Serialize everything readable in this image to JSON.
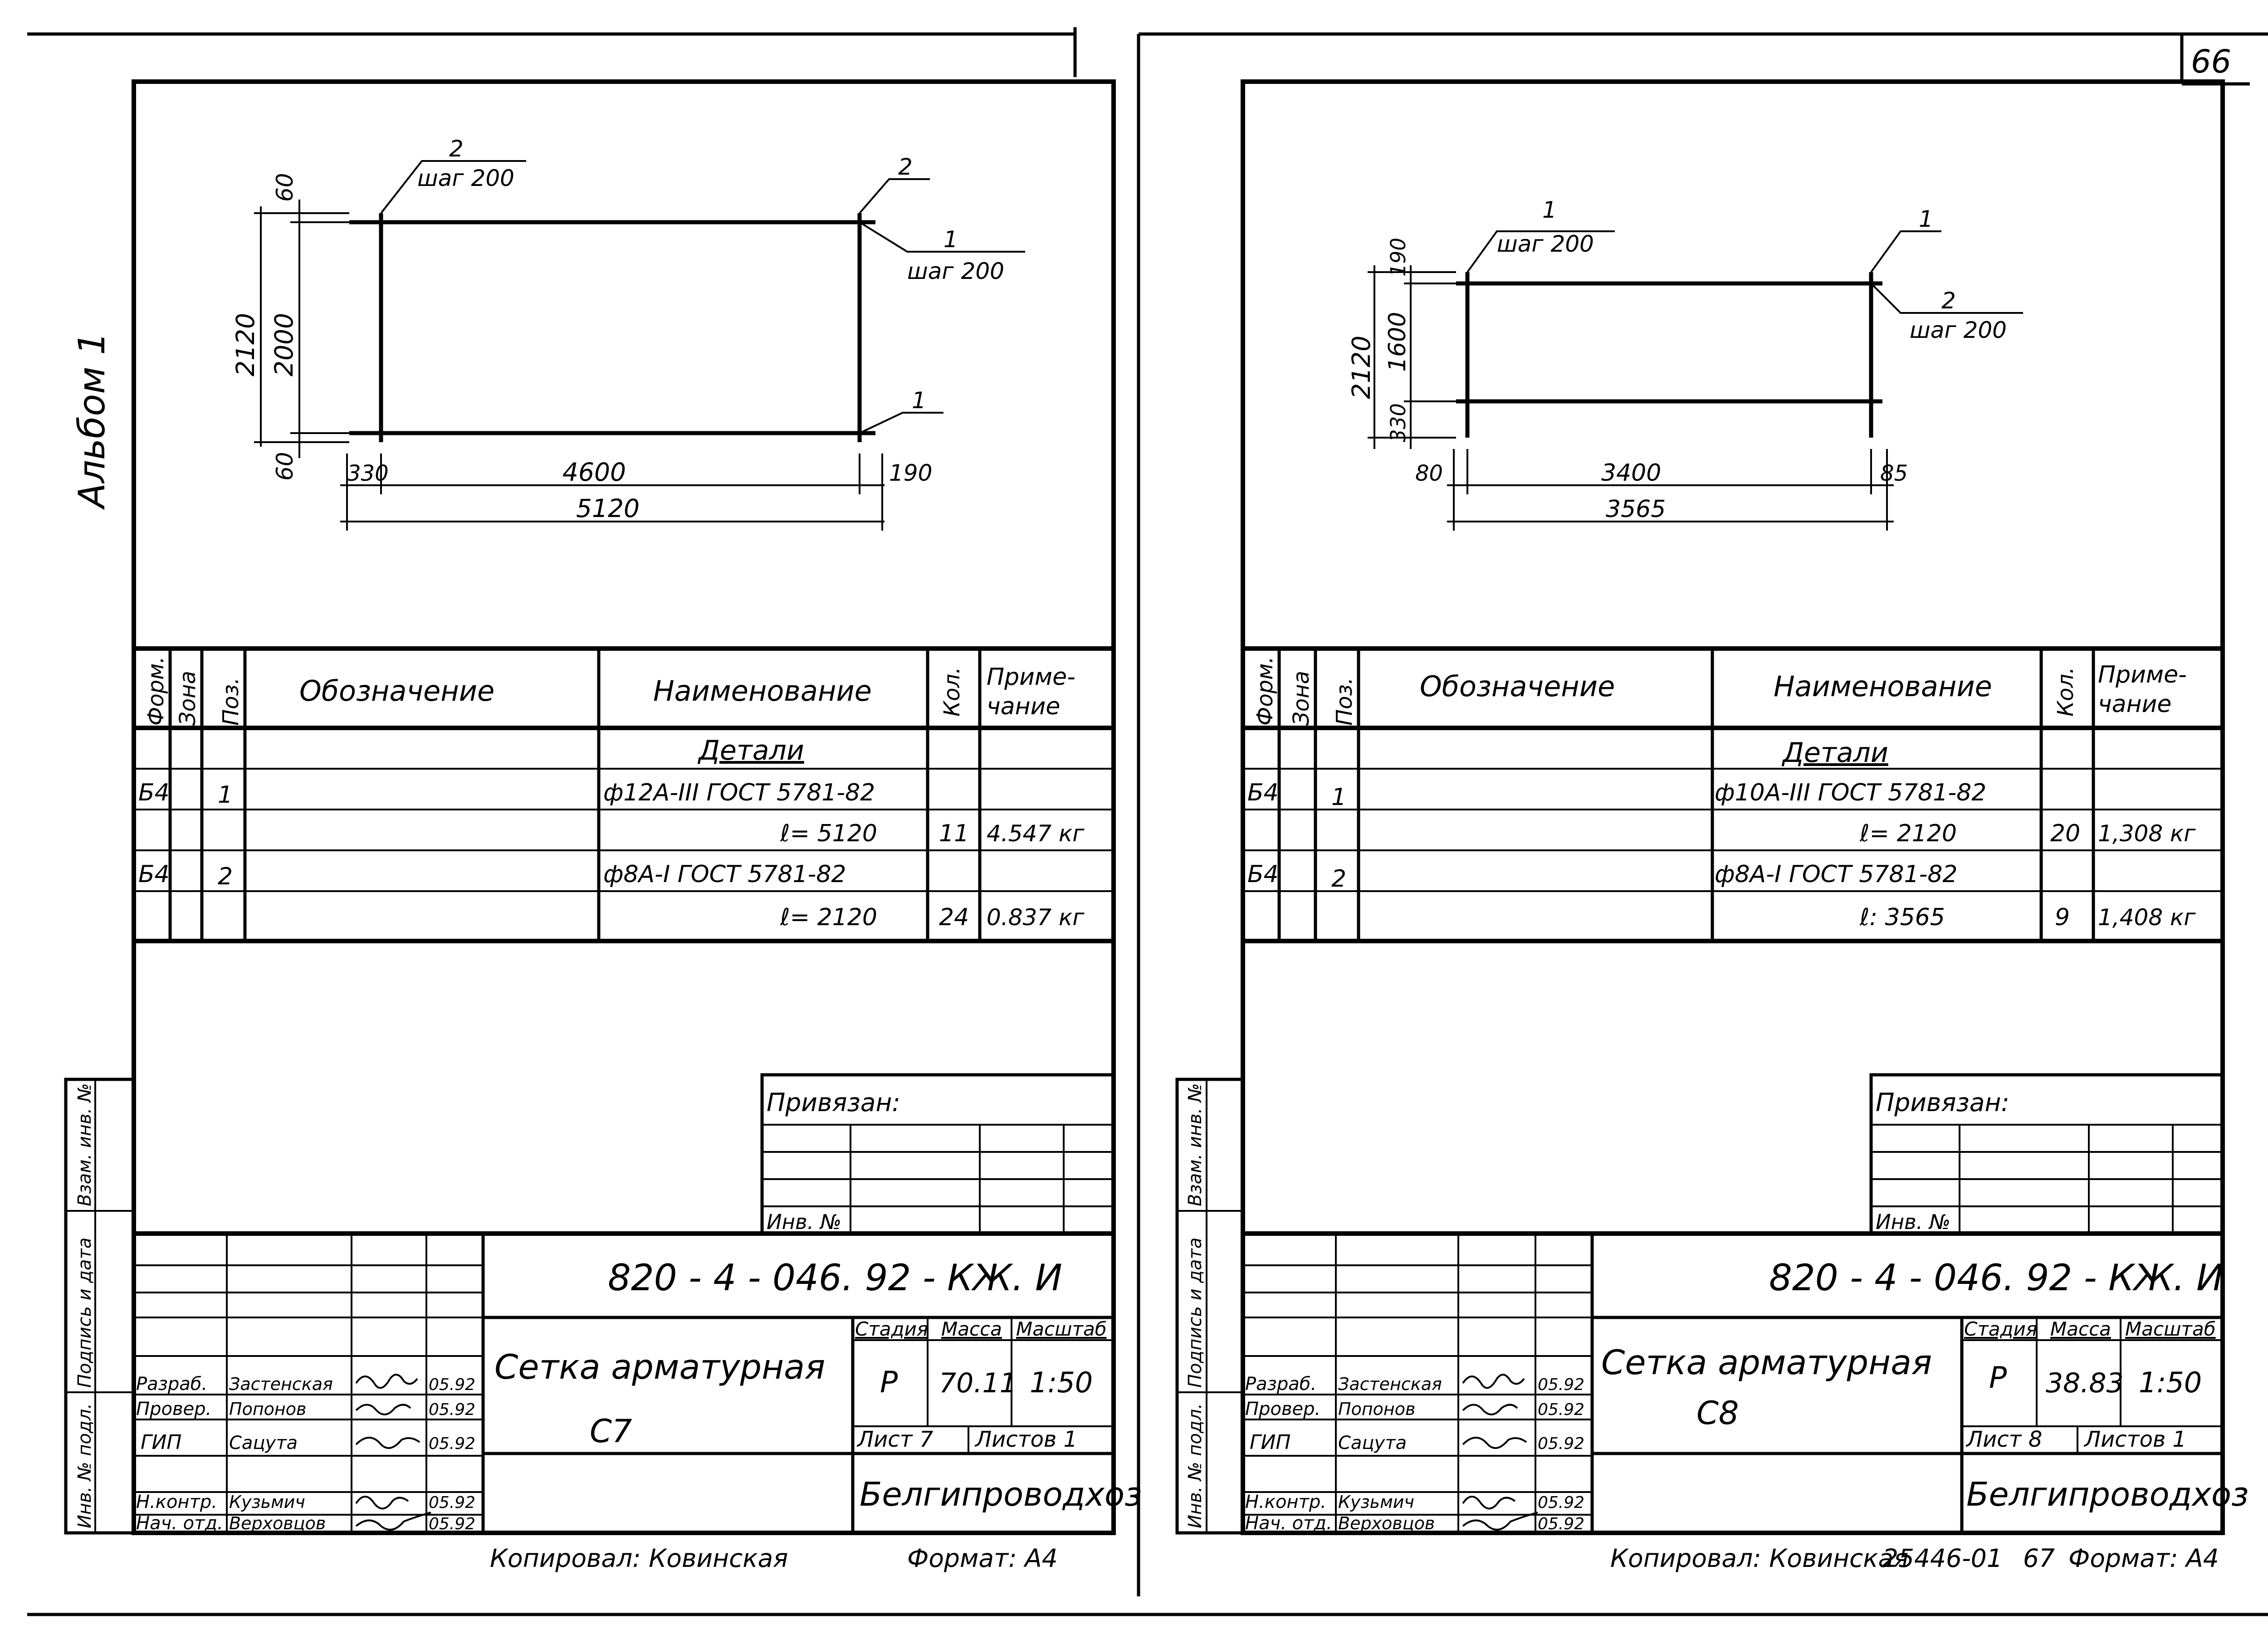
{
  "page_number": "66",
  "album_label": "Альбом 1",
  "side_stamp_labels": [
    "Взам. инв. №",
    "Подпись и дата",
    "Инв. № подл."
  ],
  "table_headers": {
    "format": "Форм.",
    "zone": "Зона",
    "pos": "Поз.",
    "designation": "Обозначение",
    "name": "Наименование",
    "qty": "Кол.",
    "note": "Приме-\nчание"
  },
  "sheets": [
    {
      "id": "c7",
      "dims": {
        "total_height": "2120",
        "inner_height": "2000",
        "top_offset": "60",
        "bottom_offset": "60",
        "left_offset": "330",
        "inner_width": "4600",
        "right_offset": "190",
        "total_width": "5120"
      },
      "callouts": {
        "top_left_pos": "2",
        "top_left_step": "шаг 200",
        "top_right_pos": "2",
        "right_pos": "1",
        "right_step": "шаг 200",
        "bottom_right_pos": "1"
      },
      "spec": {
        "section": "Детали",
        "rows": [
          {
            "format": "Б4",
            "zone": "",
            "pos": "1",
            "designation": "",
            "name": "ф12А-III ГОСТ 5781-82",
            "qty": "",
            "note": ""
          },
          {
            "format": "",
            "zone": "",
            "pos": "",
            "designation": "",
            "name": "ℓ= 5120",
            "qty": "11",
            "note": "4.547 кг"
          },
          {
            "format": "Б4",
            "zone": "",
            "pos": "2",
            "designation": "",
            "name": "ф8А-I ГОСТ 5781-82",
            "qty": "",
            "note": ""
          },
          {
            "format": "",
            "zone": "",
            "pos": "",
            "designation": "",
            "name": "ℓ= 2120",
            "qty": "24",
            "note": "0.837 кг"
          }
        ]
      },
      "privyazan": "Привязан:",
      "inv_no": "Инв. №",
      "doc_code": "820 - 4 - 046. 92 - КЖ. И",
      "title": "Сетка арматурная",
      "mark": "С7",
      "stage_label": "Стадия",
      "mass_label": "Масса",
      "scale_label": "Масштаб",
      "stage": "Р",
      "mass": "70.11",
      "scale": "1:50",
      "sheet_label": "Лист 7",
      "sheets_label": "Листов 1",
      "org": "Белгипроводхоз",
      "signatures": [
        {
          "role": "Разраб.",
          "name": "Застенская",
          "date": "05.92"
        },
        {
          "role": "Провер.",
          "name": "Попонов",
          "date": "05.92"
        },
        {
          "role": "ГИП",
          "name": "Сацута",
          "date": "05.92"
        },
        {
          "role": "Н.контр.",
          "name": "Кузьмич",
          "date": "05.92"
        },
        {
          "role": "Нач. отд.",
          "name": "Верховцов",
          "date": "05.92"
        }
      ],
      "copied": "Копировал: Ковинская",
      "format": "Формат: А4"
    },
    {
      "id": "c8",
      "dims": {
        "total_height": "2120",
        "inner_height": "1600",
        "top_offset": "190",
        "bottom_offset": "330",
        "left_offset": "80",
        "inner_width": "3400",
        "right_offset": "85",
        "total_width": "3565"
      },
      "callouts": {
        "top_left_pos": "1",
        "top_left_step": "шаг 200",
        "top_right_pos": "1",
        "right_pos": "2",
        "right_step": "шаг 200"
      },
      "spec": {
        "section": "Детали",
        "rows": [
          {
            "format": "Б4",
            "zone": "",
            "pos": "1",
            "designation": "",
            "name": "ф10А-III ГОСТ 5781-82",
            "qty": "",
            "note": ""
          },
          {
            "format": "",
            "zone": "",
            "pos": "",
            "designation": "",
            "name": "ℓ= 2120",
            "qty": "20",
            "note": "1,308 кг"
          },
          {
            "format": "Б4",
            "zone": "",
            "pos": "2",
            "designation": "",
            "name": "ф8А-I ГОСТ 5781-82",
            "qty": "",
            "note": ""
          },
          {
            "format": "",
            "zone": "",
            "pos": "",
            "designation": "",
            "name": "ℓ: 3565",
            "qty": "9",
            "note": "1,408 кг"
          }
        ]
      },
      "privyazan": "Привязан:",
      "inv_no": "Инв. №",
      "doc_code": "820 - 4 - 046. 92 - КЖ. И",
      "title": "Сетка арматурная",
      "mark": "С8",
      "stage_label": "Стадия",
      "mass_label": "Масса",
      "scale_label": "Масштаб",
      "stage": "Р",
      "mass": "38.83",
      "scale": "1:50",
      "sheet_label": "Лист 8",
      "sheets_label": "Листов 1",
      "org": "Белгипроводхоз",
      "signatures": [
        {
          "role": "Разраб.",
          "name": "Застенская",
          "date": "05.92"
        },
        {
          "role": "Провер.",
          "name": "Попонов",
          "date": "05.92"
        },
        {
          "role": "ГИП",
          "name": "Сацута",
          "date": "05.92"
        },
        {
          "role": "Н.контр.",
          "name": "Кузьмич",
          "date": "05.92"
        },
        {
          "role": "Нач. отд.",
          "name": "Верховцов",
          "date": "05.92"
        }
      ],
      "copied": "Копировал: Ковинская",
      "copy_number": "25446-01",
      "copy_page": "67",
      "format": "Формат: А4"
    }
  ]
}
